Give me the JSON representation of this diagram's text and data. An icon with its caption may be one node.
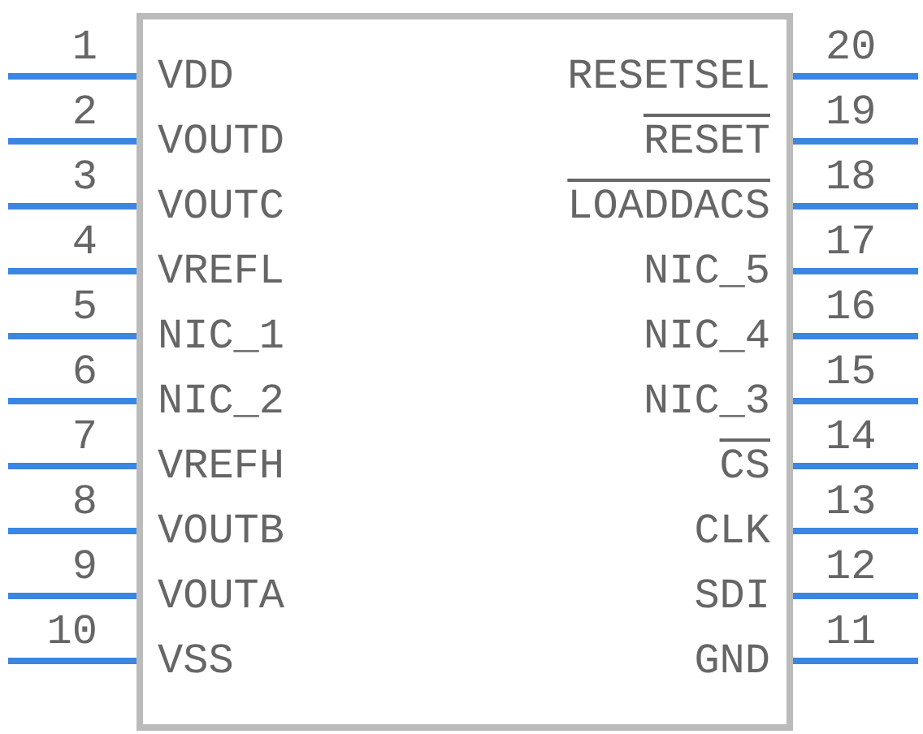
{
  "diagram": {
    "nodes": [
      {
        "text": [],
        "shape": "box"
      },
      {
        "text": [
          "VDD"
        ],
        "in": 0,
        "beside": [
          "1"
        ]
      },
      {
        "text": [
          "VOUTD"
        ],
        "in": 0,
        "beside": [
          "2"
        ]
      },
      {
        "text": [
          "VOUTC"
        ],
        "in": 0,
        "beside": [
          "3"
        ]
      },
      {
        "text": [
          "VREFL"
        ],
        "in": 0,
        "beside": [
          "4"
        ]
      },
      {
        "text": [
          "NIC_1"
        ],
        "in": 0,
        "beside": [
          "5"
        ]
      },
      {
        "text": [
          "NIC_2"
        ],
        "in": 0,
        "beside": [
          "6"
        ]
      },
      {
        "text": [
          "VREFH"
        ],
        "in": 0,
        "beside": [
          "7"
        ]
      },
      {
        "text": [
          "VOUTB"
        ],
        "in": 0,
        "beside": [
          "8"
        ]
      },
      {
        "text": [
          "VOUTA"
        ],
        "in": 0,
        "beside": [
          "9"
        ]
      },
      {
        "text": [
          "VSS"
        ],
        "in": 0,
        "beside": [
          "10"
        ]
      },
      {
        "text": [
          "GND"
        ],
        "in": 0,
        "beside": [
          "11"
        ]
      },
      {
        "text": [
          "SDI"
        ],
        "in": 0,
        "beside": [
          "12"
        ]
      },
      {
        "text": [
          "CLK"
        ],
        "in": 0,
        "beside": [
          "13"
        ]
      },
      {
        "text": [
          "CS"
        ],
        "in": 0,
        "beside": [
          "14"
        ]
      },
      {
        "text": [
          "NIC_3"
        ],
        "in": 0,
        "beside": [
          "15"
        ]
      },
      {
        "text": [
          "NIC_4"
        ],
        "in": 0,
        "beside": [
          "16"
        ]
      },
      {
        "text": [
          "NIC_5"
        ],
        "in": 0,
        "beside": [
          "17"
        ]
      },
      {
        "text": [
          "LOADDACS"
        ],
        "in": 0,
        "beside": [
          "18"
        ]
      },
      {
        "text": [
          "RESET"
        ],
        "in": 0,
        "beside": [
          "19"
        ]
      },
      {
        "text": [
          "RESETSEL"
        ],
        "in": 0,
        "beside": [
          "20"
        ]
      }
    ]
  }
}
